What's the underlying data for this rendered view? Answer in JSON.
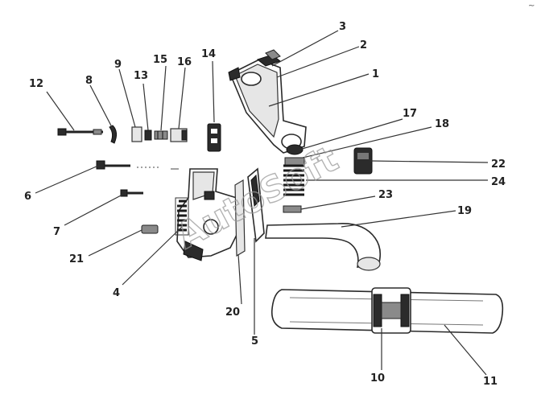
{
  "diagram": {
    "callouts": [
      "1",
      "2",
      "3",
      "4",
      "5",
      "6",
      "7",
      "8",
      "9",
      "10",
      "11",
      "12",
      "13",
      "14",
      "15",
      "16",
      "17",
      "18",
      "19",
      "20",
      "21",
      "22",
      "23",
      "24"
    ],
    "watermark": "AutoSoft",
    "corner_mark": "~"
  }
}
